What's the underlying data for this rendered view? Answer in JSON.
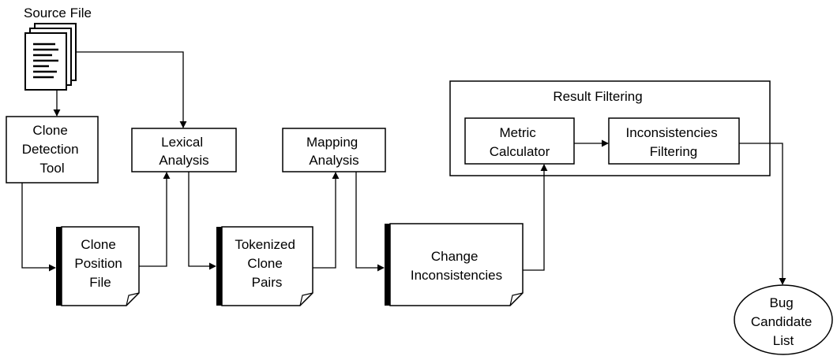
{
  "source": {
    "label": "Source File"
  },
  "boxes": {
    "clone_detection_tool": [
      "Clone",
      "Detection",
      "Tool"
    ],
    "lexical_analysis": [
      "Lexical",
      "Analysis"
    ],
    "mapping_analysis": [
      "Mapping",
      "Analysis"
    ],
    "metric_calculator": [
      "Metric",
      "Calculator"
    ],
    "inconsistencies_filtering": [
      "Inconsistencies",
      "Filtering"
    ]
  },
  "documents": {
    "clone_position_file": [
      "Clone",
      "Position",
      "File"
    ],
    "tokenized_clone_pairs": [
      "Tokenized",
      "Clone",
      "Pairs"
    ],
    "change_inconsistencies": [
      "Change",
      "Inconsistencies"
    ]
  },
  "group": {
    "title": "Result Filtering"
  },
  "output": {
    "lines": [
      "Bug",
      "Candidate",
      "List"
    ]
  }
}
